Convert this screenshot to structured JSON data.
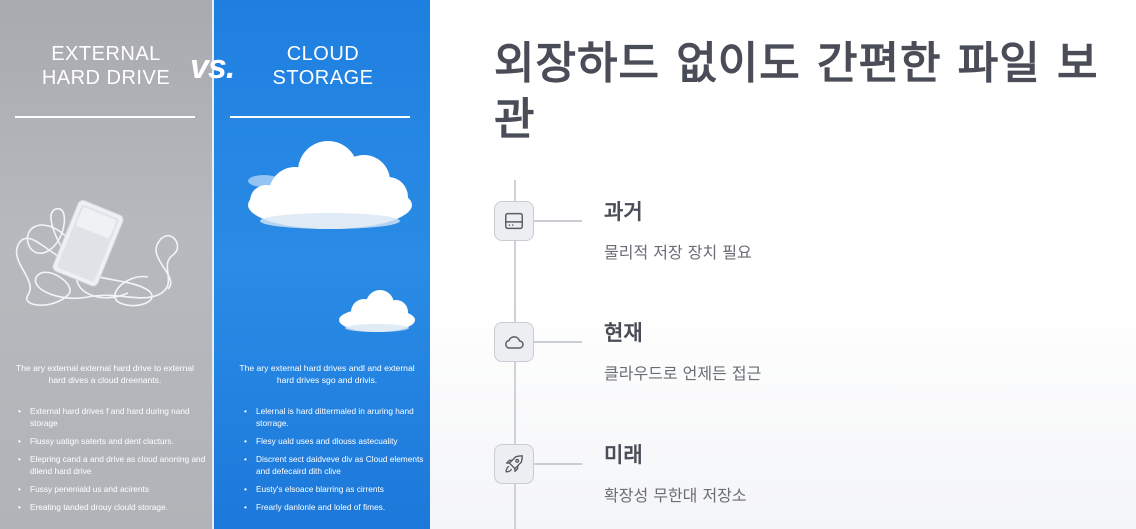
{
  "illustration": {
    "left_title_line1": "EXTERNAL",
    "left_title_line2": "HARD DRIVE",
    "vs_label": "vs.",
    "right_title_line1": "CLOUD",
    "right_title_line2": "STORAGE",
    "left_intro": "The ary external external hard drive to external hard dives a cloud dreenants.",
    "right_intro": "The ary external hard drives andl and external hard drives sgo and drivis.",
    "left_bullets": [
      "External hard drives f and hard during nand storage",
      "Flussy uatign saterts and dent clacturs.",
      "Elepring cand a and drive as cloud anoning and dliend hard drive",
      "Fussy peneniald us and acirents",
      "Ereating tanded drouy clould storage."
    ],
    "right_bullets": [
      "Lelernal is hard dittermaled in aruring hand storrage.",
      "Flesy uald uses and dlouss astecuality",
      "Discrent sect daidveve div as Cloud elements and defecaird dith clive",
      "Eusty's elsoace blarring as cirrents",
      "Frearly danlonle and loled of fimes."
    ],
    "colors": {
      "left_panel": "#b1b3b8",
      "right_panel": "#2a8ce6"
    }
  },
  "title": "외장하드 없이도 간편한 파일 보관",
  "timeline": [
    {
      "icon": "hard-drive-icon",
      "heading": "과거",
      "desc": "물리적 저장 장치 필요"
    },
    {
      "icon": "cloud-icon",
      "heading": "현재",
      "desc": "클라우드로 언제든 접근"
    },
    {
      "icon": "rocket-icon",
      "heading": "미래",
      "desc": "확장성 무한대 저장소"
    }
  ]
}
